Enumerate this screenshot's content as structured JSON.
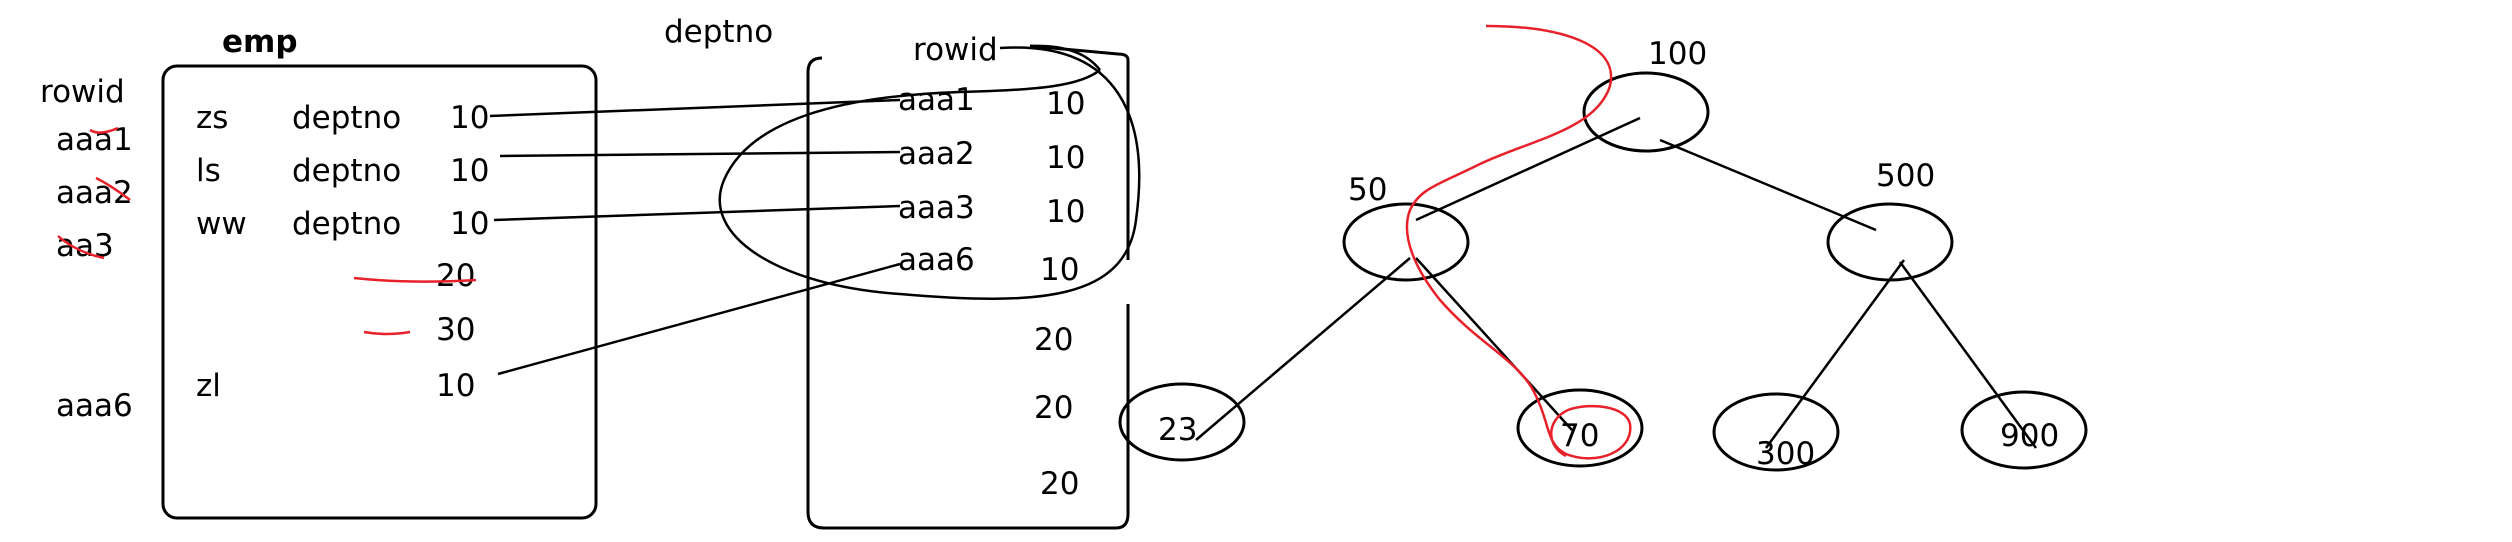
{
  "emp": {
    "title": "emp",
    "rowid_header": "rowid",
    "rowids": [
      "aaa1",
      "aaa2",
      "aa3",
      "aaa6"
    ],
    "rows": [
      {
        "name": "zs",
        "col": "deptno",
        "value": "10"
      },
      {
        "name": "ls",
        "col": "deptno",
        "value": "10"
      },
      {
        "name": "ww",
        "col": "deptno",
        "value": "10"
      },
      {
        "name": "",
        "col": "",
        "value": "20"
      },
      {
        "name": "",
        "col": "",
        "value": "30"
      },
      {
        "name": "zl",
        "col": "",
        "value": "10"
      }
    ]
  },
  "index": {
    "title": "deptno",
    "rowid_header": "rowid",
    "rows": [
      {
        "rowid": "aaa1",
        "value": "10"
      },
      {
        "rowid": "aaa2",
        "value": "10"
      },
      {
        "rowid": "aaa3",
        "value": "10"
      },
      {
        "rowid": "aaa6",
        "value": "10"
      },
      {
        "rowid": "",
        "value": "20"
      },
      {
        "rowid": "",
        "value": "20"
      },
      {
        "rowid": "",
        "value": "20"
      }
    ]
  },
  "tree": {
    "nodes": [
      {
        "id": "n100",
        "label": "100"
      },
      {
        "id": "n50",
        "label": "50"
      },
      {
        "id": "n500",
        "label": "500"
      },
      {
        "id": "n23",
        "label": "23"
      },
      {
        "id": "n70",
        "label": "70"
      },
      {
        "id": "n300",
        "label": "300"
      },
      {
        "id": "n900",
        "label": "900"
      }
    ]
  },
  "colors": {
    "ink": "#000000",
    "annotation": "#e8202a"
  }
}
